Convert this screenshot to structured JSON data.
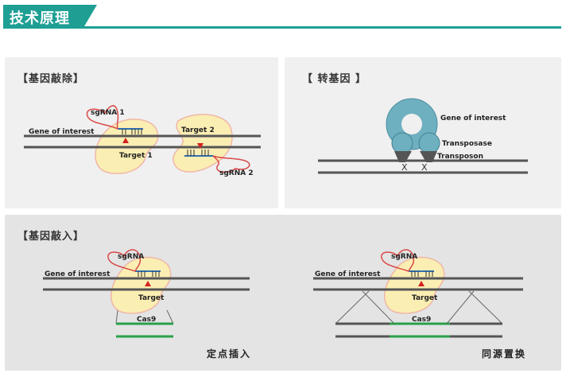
{
  "header": {
    "title": "技术原理"
  },
  "knockout": {
    "title": "【基因敲除】",
    "gene_label": "Gene of interest",
    "sgrna1": "sgRNA 1",
    "sgrna2": "sgRNA 2",
    "target1": "Target 1",
    "target2": "Target 2"
  },
  "transgene": {
    "title": "【 转基因 】",
    "gene_label": "Gene of interest",
    "transposase": "Transposase",
    "transposon": "Transposon",
    "x1": "X",
    "x2": "X"
  },
  "knockin": {
    "title": "【基因敲入】",
    "left": {
      "sgrna": "sgRNA",
      "gene_label": "Gene of interest",
      "target": "Target",
      "cas9": "Cas9",
      "caption": "定点插入"
    },
    "right": {
      "sgrna": "sgRNA",
      "gene_label": "Gene of interest",
      "target": "Target",
      "cas9": "Cas9",
      "caption": "同源置换"
    }
  },
  "colors": {
    "accent": "#1f9f94",
    "cas9_body": "#fbeeb3",
    "sgrna": "#d94848",
    "dna": "#555555",
    "insert": "#2aa04a",
    "transposase": "#6fb0c0"
  }
}
